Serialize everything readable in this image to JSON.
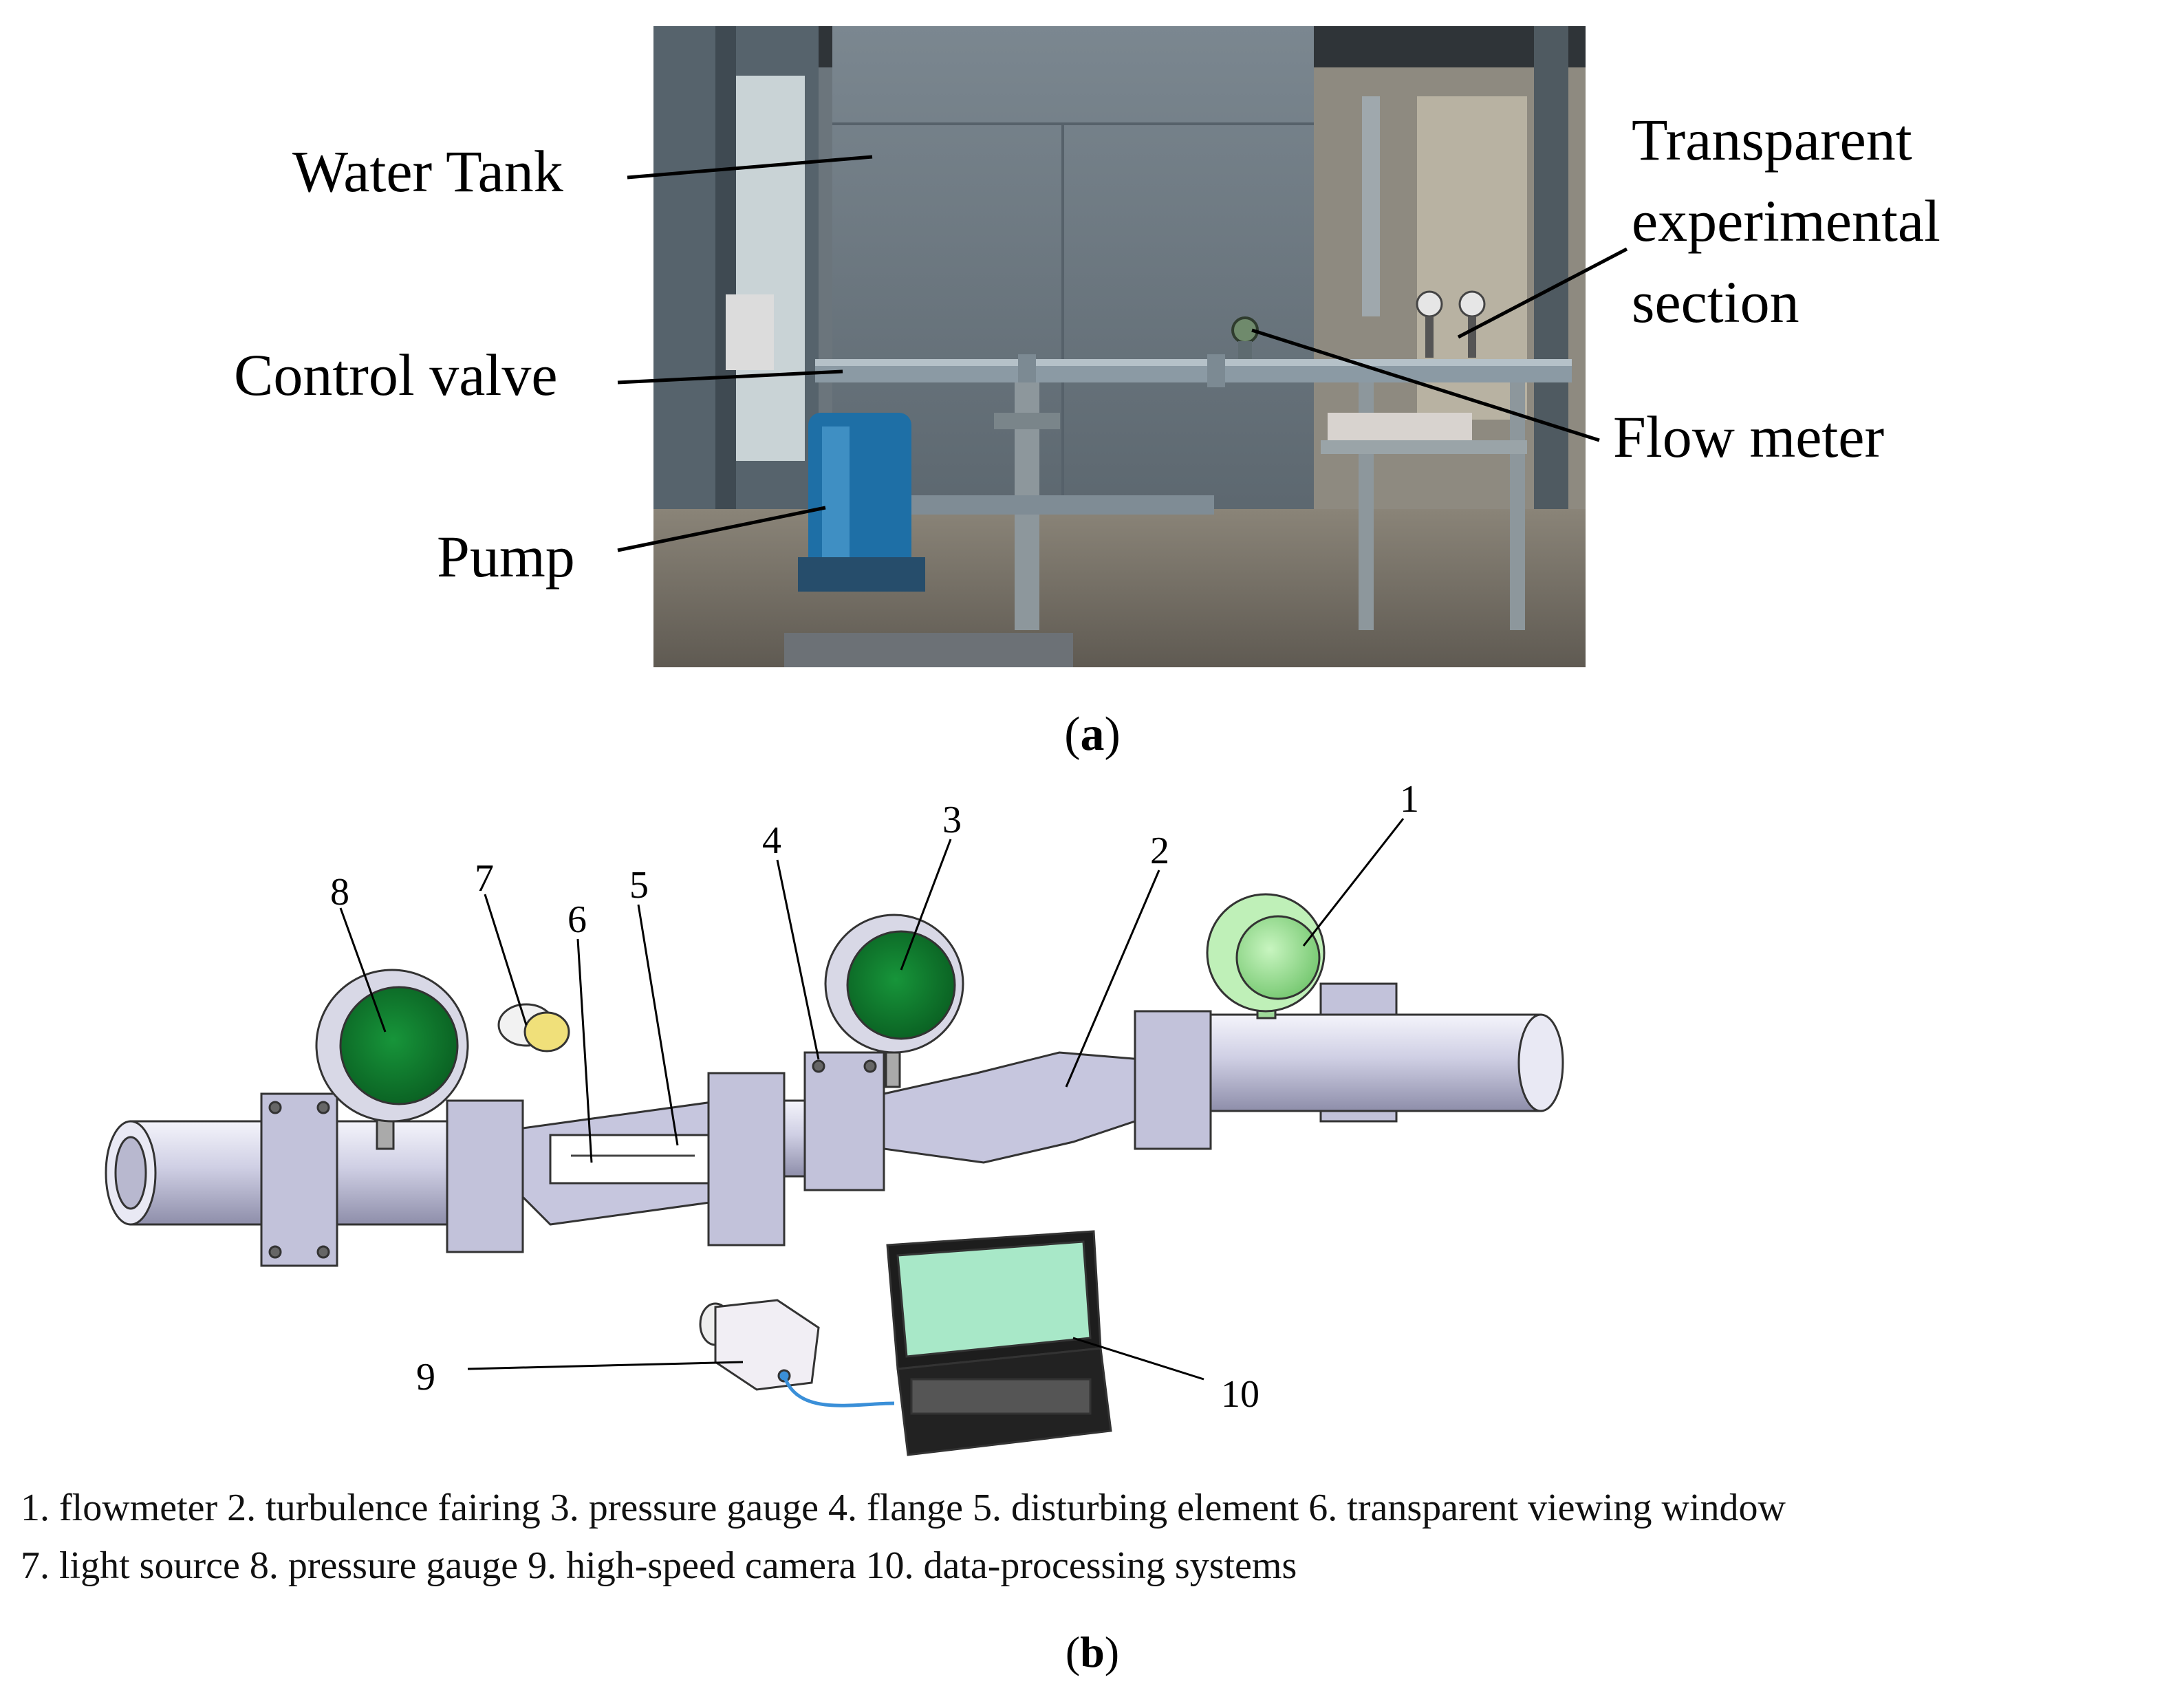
{
  "panel_a": {
    "label_open": "(",
    "label_letter": "a",
    "label_close": ")",
    "annotations": {
      "water_tank": "Water  Tank",
      "control_valve": "Control valve",
      "pump": "Pump",
      "transparent_line1": "Transparent",
      "transparent_line2": "experimental",
      "transparent_line3": "section",
      "flow_meter": "Flow meter"
    }
  },
  "panel_b": {
    "label_open": "(",
    "label_letter": "b",
    "label_close": ")",
    "numbers": {
      "n1": "1",
      "n2": "2",
      "n3": "3",
      "n4": "4",
      "n5": "5",
      "n6": "6",
      "n7": "7",
      "n8": "8",
      "n9": "9",
      "n10": "10"
    },
    "legend_line1": "1. flowmeter 2. turbulence fairing 3. pressure gauge 4. flange 5. disturbing element 6. transparent viewing window",
    "legend_line2": "7. light source 8. pressure gauge 9. high-speed camera 10. data-processing systems"
  },
  "colors": {
    "gauge_green": "#0d7a2c",
    "flowmeter_green": "#a6e6a0",
    "pipe": "#c9c9e0",
    "laptop_screen": "#a8e8c8",
    "pump_blue": "#1e6fa6"
  }
}
